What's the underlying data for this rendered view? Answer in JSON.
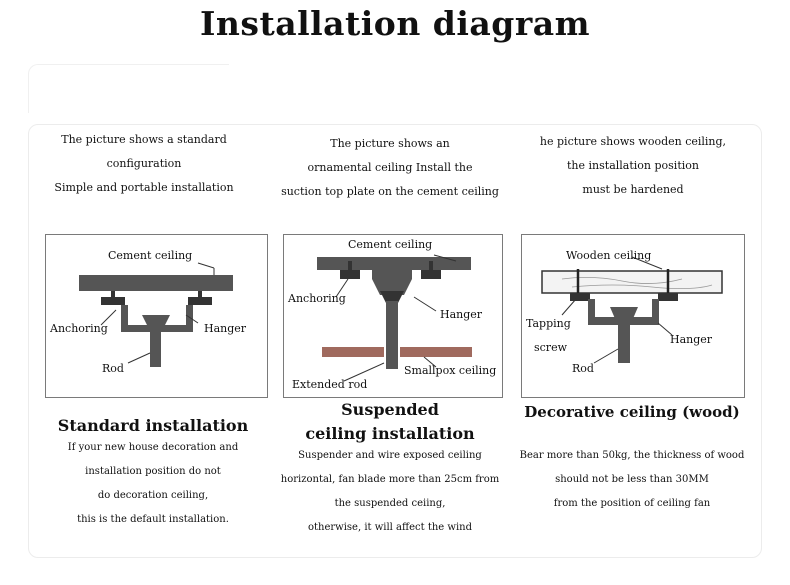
{
  "title": "Installation diagram",
  "columns": [
    {
      "intro": [
        "The picture shows a standard",
        "configuration",
        "Simple and portable installation"
      ],
      "labels": {
        "ceiling": "Cement ceiling",
        "anchoring": "Anchoring",
        "hanger": "Hanger",
        "rod": "Rod"
      },
      "heading": [
        "Standard installation"
      ],
      "desc": [
        "If your new house decoration and",
        "installation position do not",
        "do decoration ceiling,",
        "this is the default installation."
      ]
    },
    {
      "intro": [
        "The picture shows an",
        "ornamental ceiling Install the",
        "suction top plate on the cement ceiling"
      ],
      "labels": {
        "ceiling": "Cement ceiling",
        "anchoring": "Anchoring",
        "hanger": "Hanger",
        "rod": "Extended rod",
        "smallpox": "Smallpox ceiling"
      },
      "heading": [
        "Suspended",
        "ceiling installation"
      ],
      "desc": [
        "Suspender and wire exposed ceiling",
        "horizontal, fan blade more than 25cm from",
        "the suspended ceiing,",
        "otherwise, it will affect the wind"
      ]
    },
    {
      "intro": [
        "he picture shows wooden ceiling,",
        "the installation position",
        "must be hardened"
      ],
      "labels": {
        "ceiling": "Wooden ceiling",
        "tapping1": "Tapping",
        "tapping2": "screw",
        "hanger": "Hanger",
        "rod": "Rod"
      },
      "heading": [
        "Decorative ceiling (wood)"
      ],
      "desc": [
        "Bear more than 50kg, the thickness of wood",
        "should not be less than 30MM",
        "from the position of ceiling fan"
      ]
    }
  ],
  "colors": {
    "beam": "#555555",
    "rod": "#555555",
    "smallpox": "#a06a5e",
    "wood": "#f3f3f3",
    "frame": "#7a7a7a"
  }
}
